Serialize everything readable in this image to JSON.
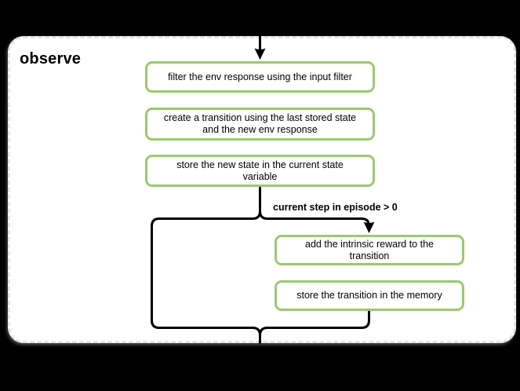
{
  "title": "observe",
  "nodes": [
    {
      "id": "filter-env-response",
      "label": "filter the env response using the input filter"
    },
    {
      "id": "create-transition",
      "label": "create a transition using the last stored state and the new env response"
    },
    {
      "id": "store-new-state",
      "label": "store the new state in the current state variable"
    },
    {
      "id": "add-intrinsic-reward",
      "label": "add the intrinsic reward to the transition"
    },
    {
      "id": "store-transition",
      "label": "store the transition in the memory"
    }
  ],
  "branch_label": "current step in episode > 0",
  "colors": {
    "node_border": "#9aca6e",
    "connector": "#000000",
    "frame_fill": "#ffffff",
    "frame_border": "#e4e4e4",
    "canvas_background": "#000000"
  }
}
